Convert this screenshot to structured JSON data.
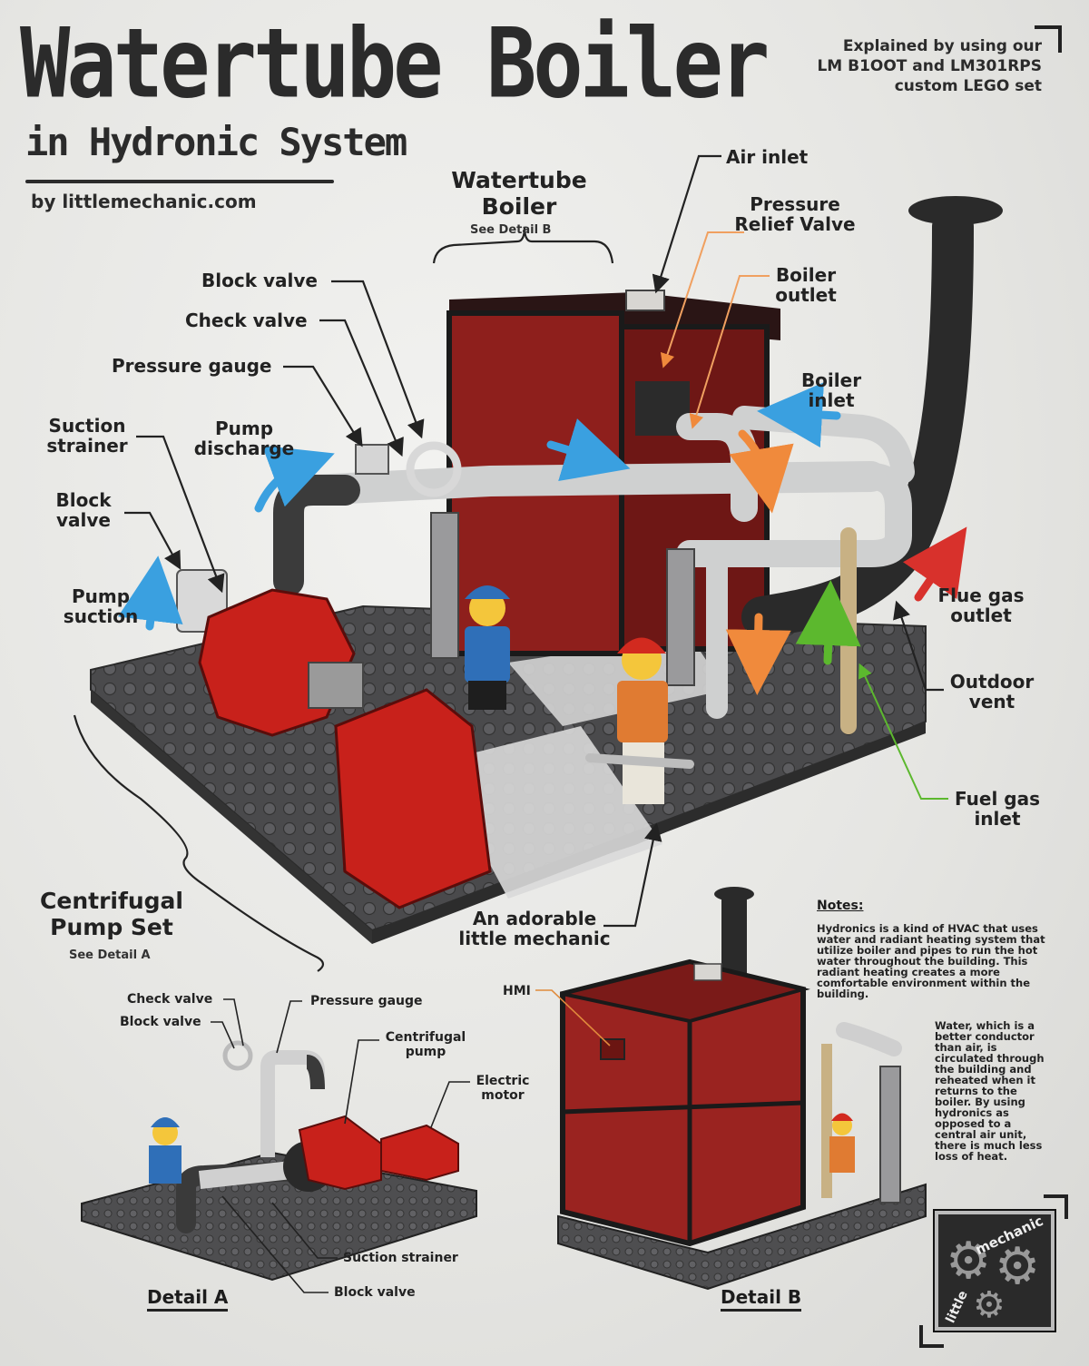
{
  "header": {
    "title": "Watertube Boiler",
    "subtitle": "in Hydronic System",
    "byline": "by littlemechanic.com",
    "credit_lines": [
      "Explained by using our",
      "LM B1OOT and LM301RPS",
      "custom LEGO set"
    ]
  },
  "main_labels": {
    "boiler_title_1": "Watertube",
    "boiler_title_2": "Boiler",
    "boiler_see": "See Detail B",
    "air_inlet": "Air inlet",
    "pressure_relief_1": "Pressure",
    "pressure_relief_2": "Relief Valve",
    "boiler_outlet_1": "Boiler",
    "boiler_outlet_2": "outlet",
    "boiler_inlet_1": "Boiler",
    "boiler_inlet_2": "inlet",
    "block_valve_top": "Block valve",
    "check_valve": "Check valve",
    "pressure_gauge": "Pressure gauge",
    "suction_strainer_1": "Suction",
    "suction_strainer_2": "strainer",
    "pump_discharge_1": "Pump",
    "pump_discharge_2": "discharge",
    "block_valve_left_1": "Block",
    "block_valve_left_2": "valve",
    "pump_suction_1": "Pump",
    "pump_suction_2": "suction",
    "flue_gas_1": "Flue gas",
    "flue_gas_2": "outlet",
    "outdoor_vent_1": "Outdoor",
    "outdoor_vent_2": "vent",
    "fuel_gas_1": "Fuel gas",
    "fuel_gas_2": "inlet",
    "pump_set_1": "Centrifugal",
    "pump_set_2": "Pump Set",
    "pump_set_see": "See Detail A",
    "mechanic_1": "An adorable",
    "mechanic_2": "little mechanic"
  },
  "detail_a": {
    "title": "Detail A",
    "check_valve": "Check valve",
    "block_valve_top": "Block valve",
    "pressure_gauge": "Pressure gauge",
    "centrifugal_pump_1": "Centrifugal",
    "centrifugal_pump_2": "pump",
    "electric_motor_1": "Electric",
    "electric_motor_2": "motor",
    "suction_strainer": "Suction strainer",
    "block_valve_bottom": "Block valve"
  },
  "detail_b": {
    "title": "Detail B",
    "hmi": "HMI"
  },
  "notes": {
    "heading": "Notes:",
    "note1": "Hydronics is a kind of HVAC that uses water and radiant heating system that utilize boiler and pipes to run the hot water throughout the building. This radiant heating creates a more comfortable environment within the building.",
    "note2": "Water, which is a better conductor than air, is circulated through the building and reheated when it returns to the boiler. By using hydronics as opposed to a central air unit, there is much less loss of heat."
  },
  "logo": {
    "word1": "mechanic",
    "word2": "little"
  },
  "colors": {
    "boiler_red": "#8e1f1c",
    "pump_red": "#c8211b",
    "pipe_grey": "#cfd0d0",
    "baseplate": "#4a4a4c",
    "arrow_blue": "#3aa0e0",
    "arrow_orange": "#f08a3c",
    "arrow_red": "#d8312c",
    "arrow_green": "#5cb82e"
  }
}
